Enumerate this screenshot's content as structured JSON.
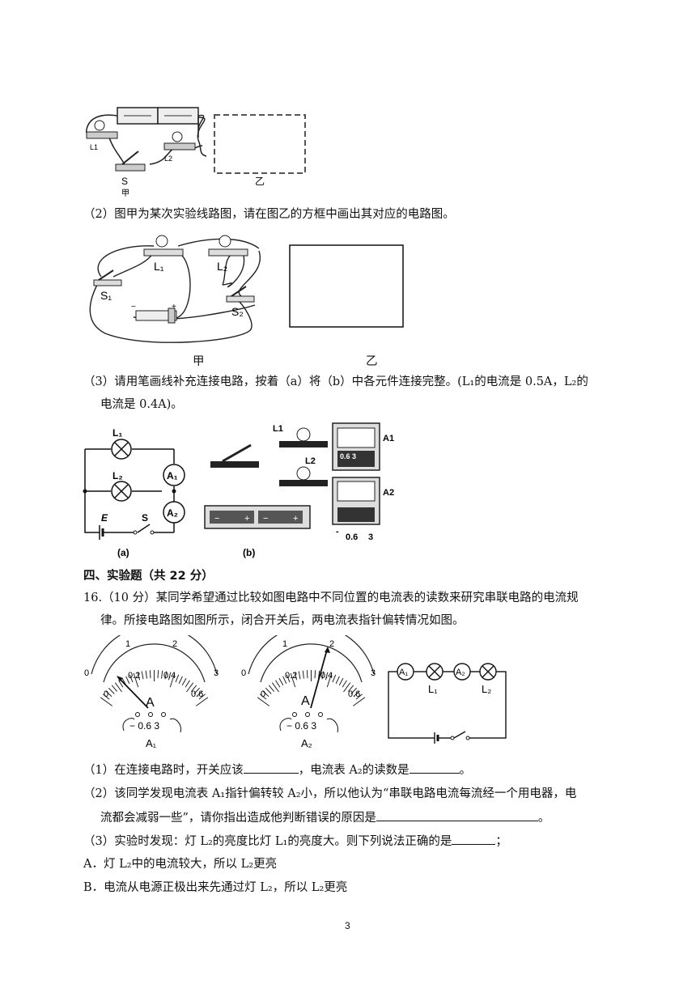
{
  "figure1": {
    "label_l1": "L1",
    "label_l2": "L2",
    "label_s": "S",
    "caption_jia": "甲",
    "caption_yi": "乙"
  },
  "q2": {
    "text": "（2）图甲为某次实验线路图，请在图乙的方框中画出其对应的电路图。"
  },
  "figure2": {
    "label_l1": "L₁",
    "label_l2": "L₂",
    "label_s1": "S₁",
    "label_s2": "S₂",
    "minus": "−",
    "plus": "+",
    "caption_jia": "甲",
    "caption_yi": "乙"
  },
  "q3": {
    "line1": "（3）请用笔画线补充连接电路，按着（a）将（b）中各元件连接完整。(L₁的电流是 0.5A，L₂的",
    "line2": "电流是 0.4A)。"
  },
  "figure3": {
    "a": {
      "l1": "L₁",
      "l2": "L₂",
      "a1": "A₁",
      "a2": "A₂",
      "e": "E",
      "s": "S",
      "caption": "(a)"
    },
    "b": {
      "l1": "L1",
      "l2": "L2",
      "a1": "A1",
      "a2": "A2",
      "term_minus": "-",
      "term_06": "0.6",
      "term_3": "3",
      "caption": "(b)"
    }
  },
  "section4": {
    "title": "四、实验题（共 22 分）"
  },
  "q16": {
    "line1": "16.（10 分）某同学希望通过比较如图电路中不同位置的电流表的读数来研究串联电路的电流规",
    "line2": "律。所接电路图如图所示，闭合开关后，两电流表指针偏转情况如图。"
  },
  "meters": {
    "scale_top": [
      "0",
      "1",
      "2",
      "3"
    ],
    "scale_bottom": [
      "0",
      "0.2",
      "0.4",
      "0.6"
    ],
    "unit": "A",
    "terminals": "−  0.6 3",
    "a1_label": "A₁",
    "a2_label": "A₂"
  },
  "series_circuit": {
    "a1": "A₁",
    "a2": "A₂",
    "l1": "L₁",
    "l2": "L₂"
  },
  "sub1": {
    "pre": "（1）在连接电路时，开关应该",
    "mid": "，电流表 A₂的读数是",
    "post": "。"
  },
  "sub2": {
    "line1": "（2）该同学发现电流表 A₁指针偏转较 A₂小，所以他认为“串联电路电流每流经一个用电器，电",
    "line2_pre": "流都会减弱一些”，请你指出造成他判断错误的原因是",
    "line2_post": "。"
  },
  "sub3": {
    "pre": "（3）实验时发现：灯 L₂的亮度比灯 L₁的亮度大。则下列说法正确的是",
    "post": "；"
  },
  "optA": "A．灯 L₂中的电流较大，所以 L₂更亮",
  "optB": "B．电流从电源正极出来先通过灯 L₂，所以 L₂更亮",
  "page_number": "3"
}
